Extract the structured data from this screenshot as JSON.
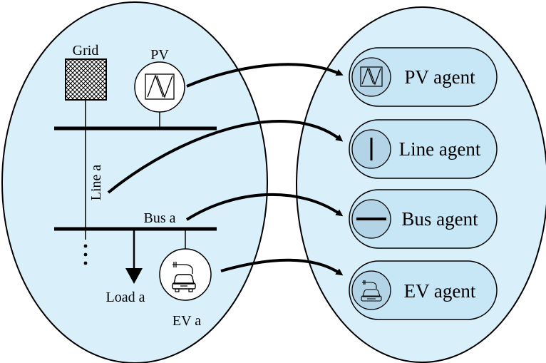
{
  "left_panel": {
    "grid_label": "Grid",
    "pv_label": "PV",
    "line_label": "Line a",
    "bus_label": "Bus a",
    "load_label": "Load a",
    "ev_label": "EV a"
  },
  "right_panel": {
    "agents": [
      {
        "label": "PV agent",
        "icon": "pv-icon"
      },
      {
        "label": "Line agent",
        "icon": "line-icon"
      },
      {
        "label": "Bus agent",
        "icon": "bus-icon"
      },
      {
        "label": "EV agent",
        "icon": "ev-icon"
      }
    ]
  },
  "colors": {
    "ellipse_fill": "#d9f0fb",
    "agent_fill": "#c7e6f6",
    "icon_fill": "#b3d4e6",
    "stroke": "#000000"
  }
}
